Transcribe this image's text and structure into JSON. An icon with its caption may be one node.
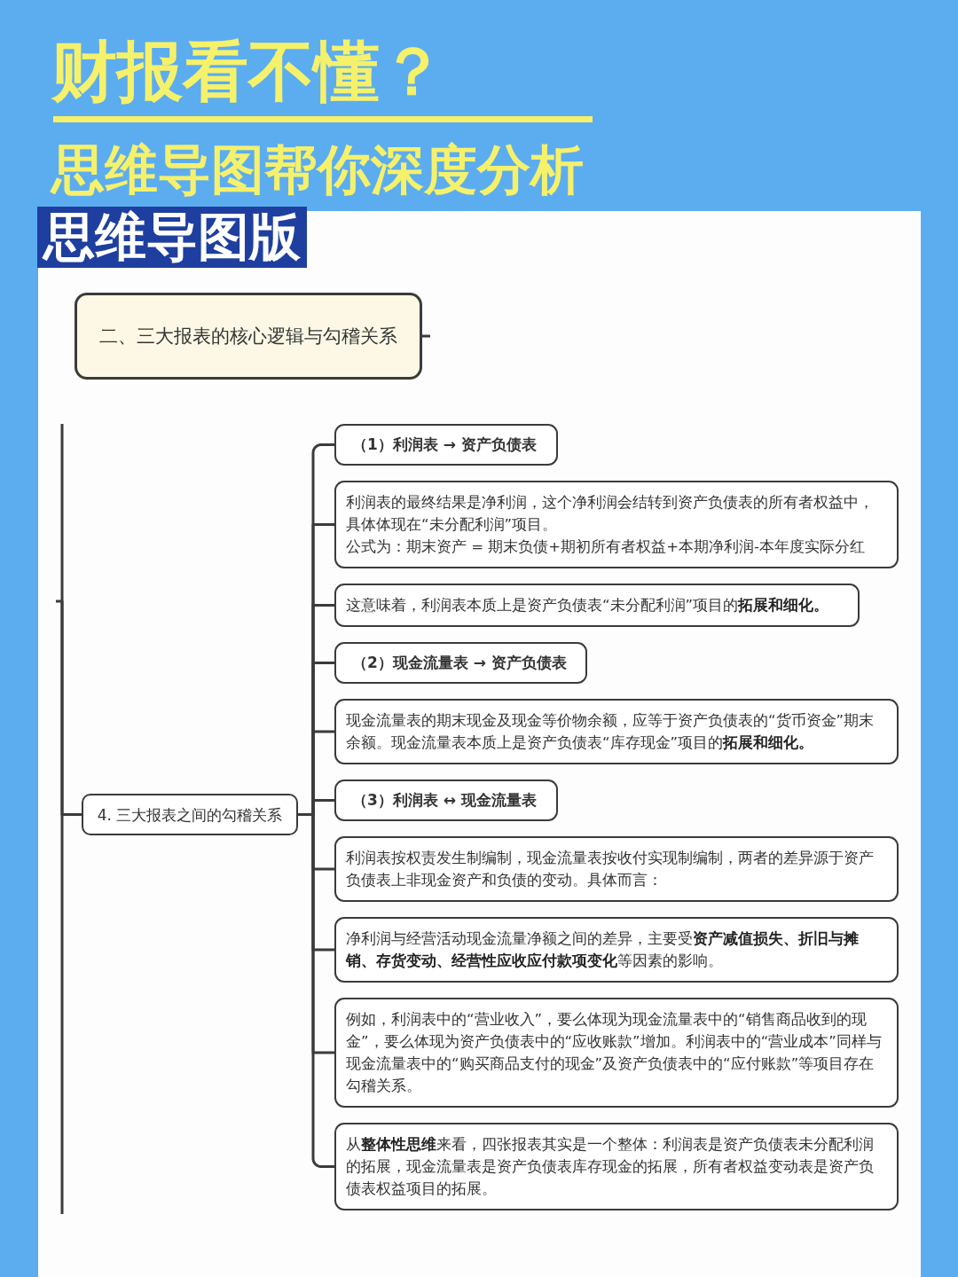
{
  "diagram": {
    "title": "财报看不懂？",
    "nodes": [
      {
        "text": [
          "二、三大报表的核心逻辑与勾稽关系"
        ]
      },
      {
        "text": [
          "4. 三大报表之间的勾稽关系"
        ]
      },
      {
        "text": [
          "（1）利润表 → 资产负债表"
        ]
      },
      {
        "text": [
          "利润表的最终结果是净利润，这个净利润会结转到资产负债表的所有者权益中，具体体现在“未分配利润”项目。",
          "公式为：期末资产 = 期末负债+期初所有者权益+本期净利润-本年度实际分红"
        ]
      },
      {
        "text": [
          "这意味着，利润表本质上是资产负债表“未分配利润”项目的**拓展和细化。**"
        ]
      },
      {
        "text": [
          "（2）现金流量表 → 资产负债表"
        ]
      },
      {
        "text": [
          "现金流量表的期末现金及现金等价物余额，应等于资产负债表的“货币资金”期末余额。现金流量表本质上是资产负债表“库存现金”项目的**拓展和细化。**"
        ]
      },
      {
        "text": [
          "（3）利润表 ↔ 现金流量表"
        ]
      },
      {
        "text": [
          "利润表按权责发生制编制，现金流量表按收付实现制编制，两者的差异源于资产负债表上非现金资产和负债的变动。具体而言："
        ]
      },
      {
        "text": [
          "净利润与经营活动现金流量净额之间的差异，主要受**资产减值损失、折旧与摊销、存货变动、经营性应收应付款项变化**等因素的影响。"
        ]
      },
      {
        "text": [
          "例如，利润表中的“营业收入”，要么体现为现金流量表中的“销售商品收到的现金”，要么体现为资产负债表中的“应收账款”增加。利润表中的“营业成本”同样与现金流量表中的“购买商品支付的现金”及资产负债表中的“应付账款”等项目存在勾稽关系。"
        ]
      },
      {
        "text": [
          "从**整体性思维**来看，四张报表其实是一个整体：利润表是资产负债表未分配利润的拓展，现金流量表是资产负债表库存现金的拓展，所有者权益变动表是资产负债表权益项目的拓展。"
        ]
      }
    ],
    "edges": [
      {
        "from": 0,
        "to": null,
        "arrow": "none"
      },
      {
        "from": null,
        "to": 1,
        "arrow": "none"
      },
      {
        "from": 1,
        "to": 2,
        "arrow": "none"
      },
      {
        "from": 1,
        "to": 3,
        "arrow": "none"
      },
      {
        "from": 1,
        "to": 4,
        "arrow": "none"
      },
      {
        "from": 1,
        "to": 5,
        "arrow": "none"
      },
      {
        "from": 1,
        "to": 6,
        "arrow": "none"
      },
      {
        "from": 1,
        "to": 7,
        "arrow": "none"
      },
      {
        "from": 1,
        "to": 8,
        "arrow": "none"
      },
      {
        "from": 1,
        "to": 9,
        "arrow": "none"
      },
      {
        "from": 1,
        "to": 10,
        "arrow": "none"
      },
      {
        "from": 1,
        "to": 11,
        "arrow": "none"
      }
    ],
    "labels": [
      "思维导图帮你深度分析",
      "思维导图版"
    ]
  }
}
